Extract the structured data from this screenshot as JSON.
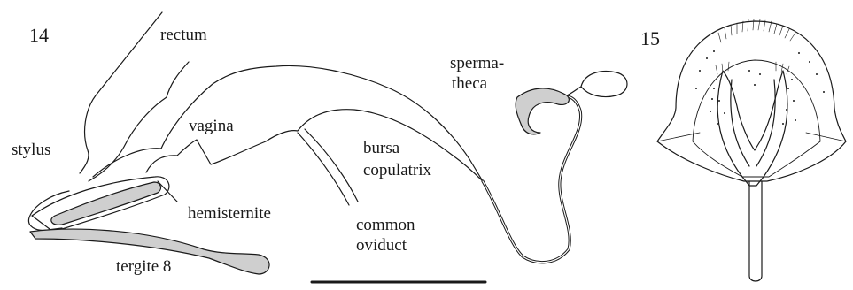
{
  "figures": [
    {
      "number": "14",
      "labels": {
        "rectum": "rectum",
        "stylus": "stylus",
        "vagina": "vagina",
        "hemisternite": "hemisternite",
        "tergite": "tergite 8",
        "spermatheca_1": "sperma-",
        "spermatheca_2": "theca",
        "bursa_1": "bursa",
        "bursa_2": "copulatrix",
        "oviduct_1": "common",
        "oviduct_2": "oviduct"
      }
    },
    {
      "number": "15"
    }
  ],
  "colors": {
    "line": "#1a1a1a",
    "fill": "#cfcfcf",
    "background": "#ffffff"
  }
}
